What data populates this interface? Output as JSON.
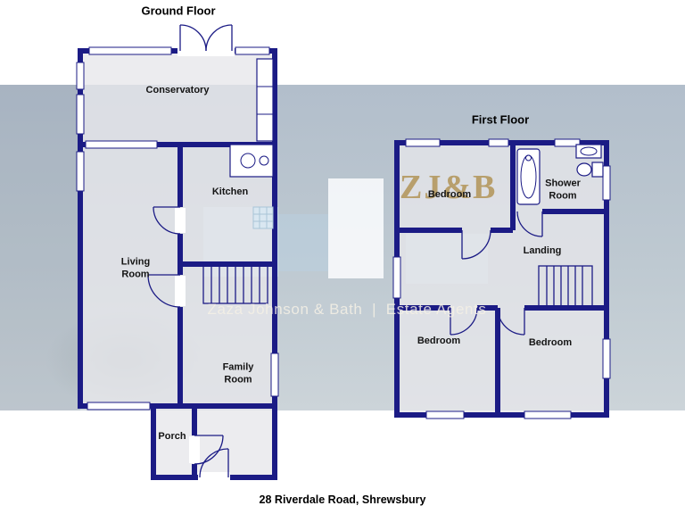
{
  "page": {
    "address": "28 Riverdale Road, Shrewsbury"
  },
  "floors": {
    "ground": {
      "title": "Ground Floor",
      "rooms": [
        {
          "name": "Conservatory"
        },
        {
          "name": "Kitchen"
        },
        {
          "name": "Living Room"
        },
        {
          "name": "Family Room"
        },
        {
          "name": "Porch"
        }
      ]
    },
    "first": {
      "title": "First Floor",
      "rooms": [
        {
          "name": "Bedroom"
        },
        {
          "name": "Shower Room"
        },
        {
          "name": "Landing"
        },
        {
          "name": "Bedroom"
        },
        {
          "name": "Bedroom"
        }
      ]
    }
  },
  "watermark": {
    "logo": "ZJ&B",
    "tagline": "Zaza Johnson & Bath  |  Estate Agents"
  },
  "colors": {
    "wall": "#1b1b85",
    "room_fill": "rgba(231,231,235,0.78)",
    "band_top": "#b2becb",
    "band_mid": "#bec9d1",
    "band_bottom": "#ccd4d9",
    "gold": "#b3975c",
    "tagline_color": "rgba(244,240,229,0.85)",
    "label_color": "#141414"
  }
}
